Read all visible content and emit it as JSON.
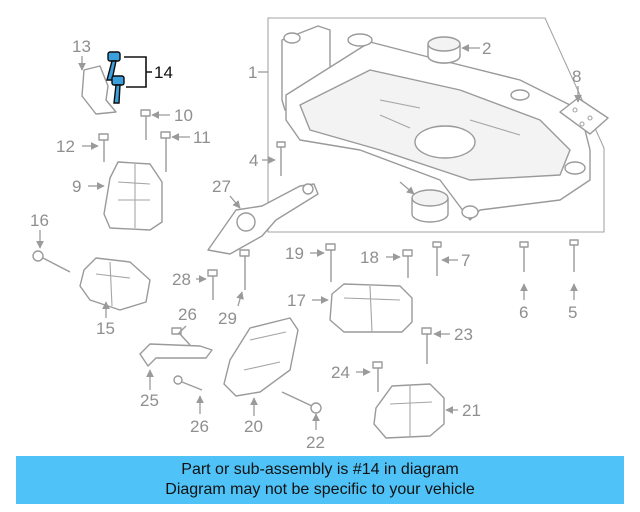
{
  "callouts": [
    "1",
    "2",
    "4",
    "5",
    "6",
    "7",
    "8",
    "9",
    "10",
    "11",
    "12",
    "13",
    "14",
    "15",
    "16",
    "17",
    "18",
    "19",
    "20",
    "21",
    "22",
    "23",
    "24",
    "25",
    "26",
    "26",
    "27",
    "28",
    "29"
  ],
  "highlight_color": "#3b9fdc",
  "banner": {
    "color": "#4fc3f7",
    "line1": "Part or sub-assembly is #14 in diagram",
    "line2": "Diagram may not be specific to your vehicle"
  }
}
